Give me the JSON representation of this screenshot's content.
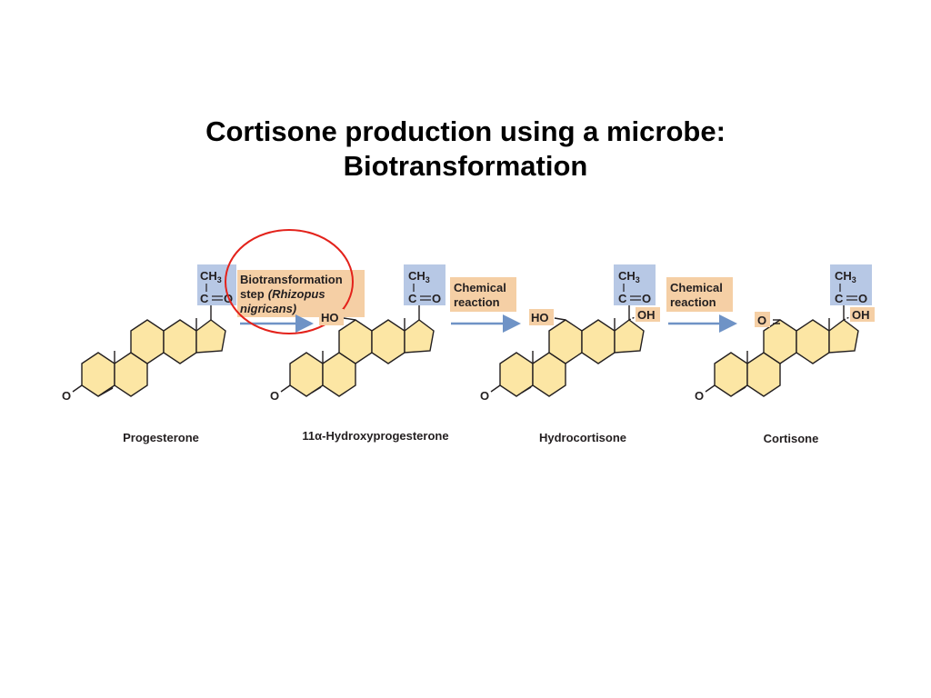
{
  "slide": {
    "title_line1": "Cortisone production using a microbe:",
    "title_line2": "Biotransformation"
  },
  "colors": {
    "ring_fill": "#fce6a4",
    "sidechain_box": "#b7c8e5",
    "step_box": "#f5cfa5",
    "highlight_box": "#f5cfa5",
    "arrow": "#6f93c6",
    "circle": "#e3221b"
  },
  "atoms": {
    "ch": "CH",
    "three": "3",
    "c": "C",
    "o": "O",
    "ho": "HO",
    "oh": "OH"
  },
  "steps": {
    "bio_line1": "Biotransformation",
    "bio_line2": "step",
    "bio_italic1": "(Rhizopus",
    "bio_italic2": "nigricans)",
    "chem1_line1": "Chemical",
    "chem1_line2": "reaction",
    "chem2_line1": "Chemical",
    "chem2_line2": "reaction"
  },
  "compounds": {
    "c1": "Progesterone",
    "c2": "11α-Hydroxyprogesterone",
    "c3": "Hydrocortisone",
    "c4": "Cortisone"
  }
}
